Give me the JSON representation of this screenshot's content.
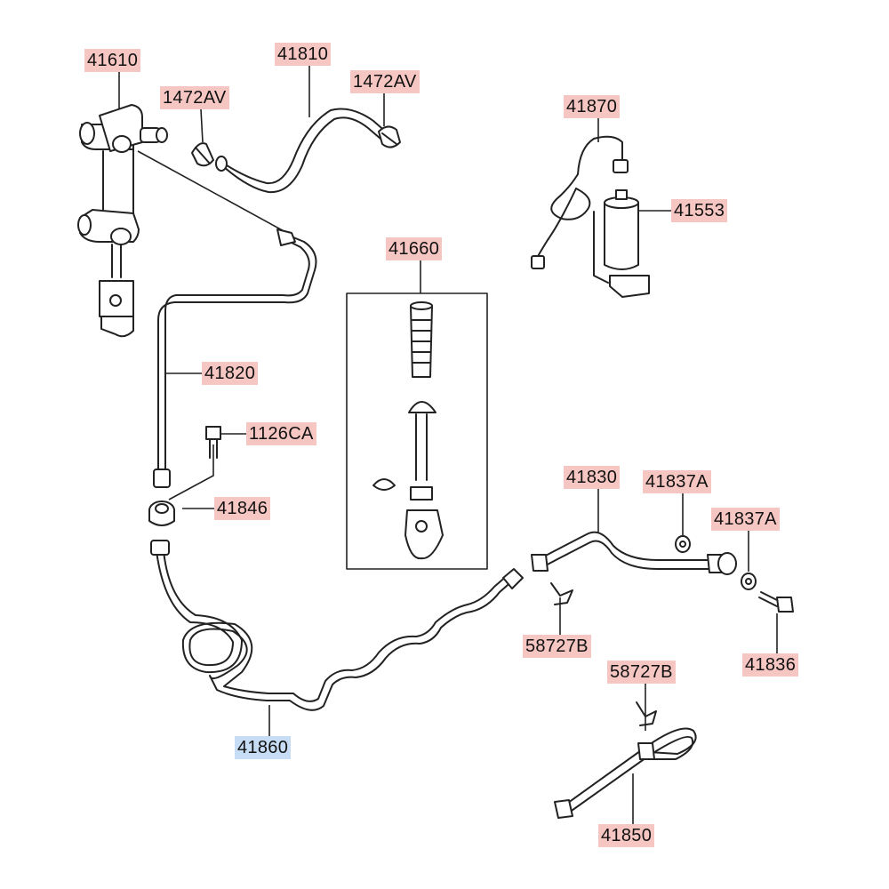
{
  "colors": {
    "label_background": "#f5c6c2",
    "selected_label_background": "#c7ddf5",
    "line": "#222222",
    "background": "#ffffff"
  },
  "parts": [
    {
      "id": "p41610",
      "number": "41610"
    },
    {
      "id": "p1472av_a",
      "number": "1472AV"
    },
    {
      "id": "p41810",
      "number": "41810"
    },
    {
      "id": "p1472av_b",
      "number": "1472AV"
    },
    {
      "id": "p41870",
      "number": "41870"
    },
    {
      "id": "p41553",
      "number": "41553"
    },
    {
      "id": "p41660",
      "number": "41660"
    },
    {
      "id": "p41820",
      "number": "41820"
    },
    {
      "id": "p1126ca",
      "number": "1126CA"
    },
    {
      "id": "p41846",
      "number": "41846"
    },
    {
      "id": "p41830",
      "number": "41830"
    },
    {
      "id": "p41837a_a",
      "number": "41837A"
    },
    {
      "id": "p41837a_b",
      "number": "41837A"
    },
    {
      "id": "p58727b_a",
      "number": "58727B"
    },
    {
      "id": "p58727b_b",
      "number": "58727B"
    },
    {
      "id": "p41836",
      "number": "41836"
    },
    {
      "id": "p41860",
      "number": "41860",
      "selected": true
    },
    {
      "id": "p41850",
      "number": "41850"
    }
  ]
}
